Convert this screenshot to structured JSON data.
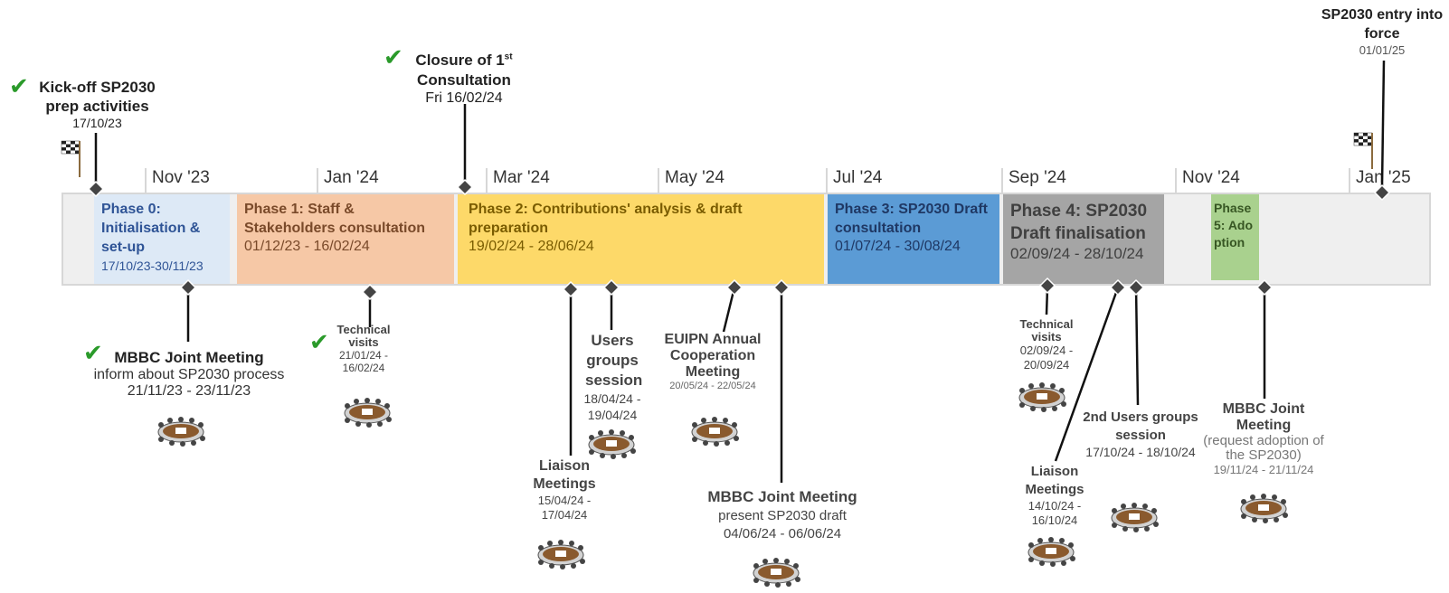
{
  "months": [
    "Nov '23",
    "Jan '24",
    "Mar '24",
    "May '24",
    "Jul '24",
    "Sep '24",
    "Nov '24",
    "Jan '25"
  ],
  "phases": [
    {
      "title": "Phase 0: Initialisation & set-up",
      "dates": "17/10/23-30/11/23",
      "color": "#dde9f6"
    },
    {
      "title": "Phase 1: Staff & Stakeholders consultation",
      "dates": "01/12/23 - 16/02/24",
      "color": "#f6c8a6"
    },
    {
      "title": "Phase 2: Contributions' analysis & draft preparation",
      "dates": "19/02/24 - 28/06/24",
      "color": "#fdd969"
    },
    {
      "title": "Phase 3: SP2030 Draft consultation",
      "dates": "01/07/24 - 30/08/24",
      "color": "#5b9bd5"
    },
    {
      "title": "Phase 4: SP2030 Draft finalisation",
      "dates": "02/09/24 - 28/10/24",
      "color": "#a5a5a5"
    },
    {
      "title": "Phase 5: Adoption",
      "dates": "",
      "color": "#a9d18e"
    }
  ],
  "milestones": [
    {
      "title": "Kick-off SP2030 prep activities",
      "date": "17/10/23",
      "done": true
    },
    {
      "title": "Closure of 1st Consultation",
      "sup": "st",
      "date": "Fri 16/02/24",
      "done": true
    },
    {
      "title": "SP2030 entry into force",
      "date": "01/01/25",
      "done": false
    }
  ],
  "events": [
    {
      "title": "MBBC Joint Meeting",
      "sub": "inform about SP2030 process",
      "dates": "21/11/23 - 23/11/23",
      "done": true
    },
    {
      "title": "Technical visits",
      "dates": "21/01/24 - 16/02/24",
      "done": true
    },
    {
      "title": "Liaison Meetings",
      "dates": "15/04/24 - 17/04/24"
    },
    {
      "title": "Users groups session",
      "dates": "18/04/24 - 19/04/24"
    },
    {
      "title": "EUIPN Annual Cooperation Meeting",
      "dates": "20/05/24 - 22/05/24"
    },
    {
      "title": "MBBC Joint Meeting",
      "sub": "present SP2030 draft",
      "dates": "04/06/24 - 06/06/24"
    },
    {
      "title": "Technical visits",
      "dates": "02/09/24 - 20/09/24"
    },
    {
      "title": "Liaison Meetings",
      "dates": "14/10/24 - 16/10/24"
    },
    {
      "title": "2nd Users groups session",
      "dates": "17/10/24 - 18/10/24"
    },
    {
      "title": "MBBC Joint Meeting",
      "sub": "(request adoption of the SP2030)",
      "dates": "19/11/24 - 21/11/24"
    }
  ]
}
